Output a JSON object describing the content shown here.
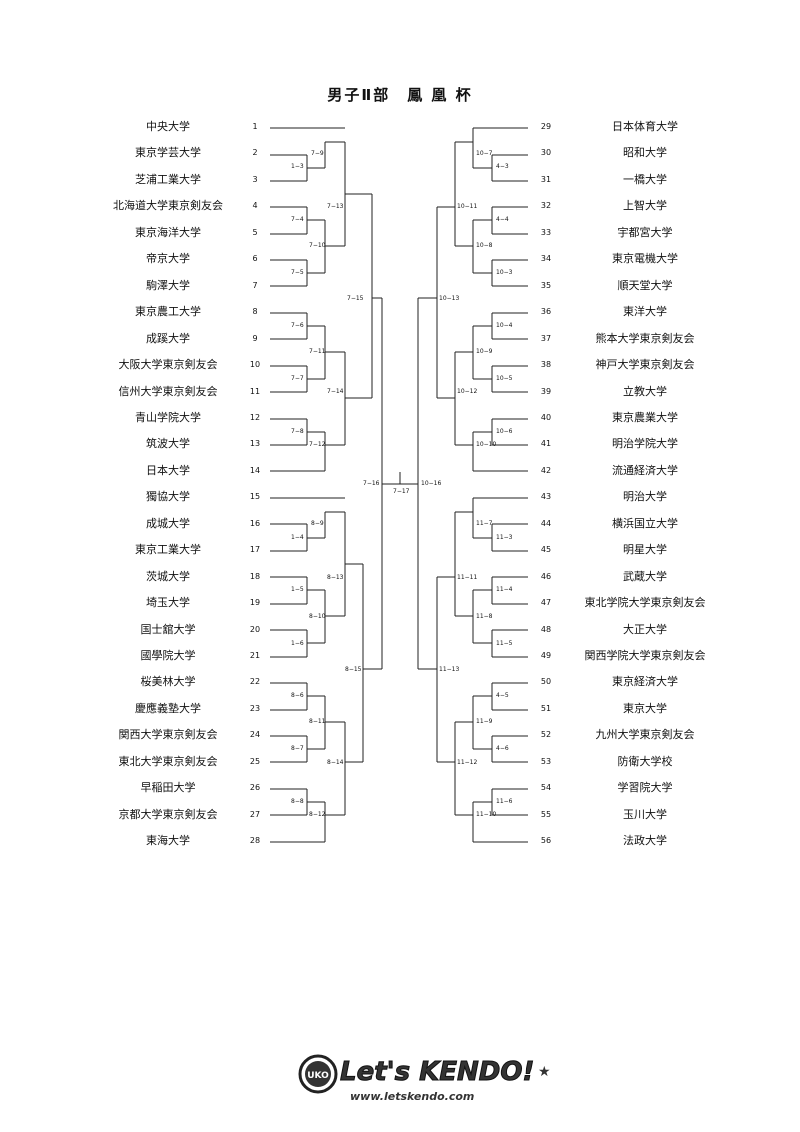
{
  "title": "男子Ⅱ部　鳳 凰 杯",
  "left_teams": [
    {
      "seed": "1",
      "name": "中央大学"
    },
    {
      "seed": "2",
      "name": "東京学芸大学"
    },
    {
      "seed": "3",
      "name": "芝浦工業大学"
    },
    {
      "seed": "4",
      "name": "北海道大学東京剣友会"
    },
    {
      "seed": "5",
      "name": "東京海洋大学"
    },
    {
      "seed": "6",
      "name": "帝京大学"
    },
    {
      "seed": "7",
      "name": "駒澤大学"
    },
    {
      "seed": "8",
      "name": "東京農工大学"
    },
    {
      "seed": "9",
      "name": "成蹊大学"
    },
    {
      "seed": "10",
      "name": "大阪大学東京剣友会"
    },
    {
      "seed": "11",
      "name": "信州大学東京剣友会"
    },
    {
      "seed": "12",
      "name": "青山学院大学"
    },
    {
      "seed": "13",
      "name": "筑波大学"
    },
    {
      "seed": "14",
      "name": "日本大学"
    },
    {
      "seed": "15",
      "name": "獨協大学"
    },
    {
      "seed": "16",
      "name": "成城大学"
    },
    {
      "seed": "17",
      "name": "東京工業大学"
    },
    {
      "seed": "18",
      "name": "茨城大学"
    },
    {
      "seed": "19",
      "name": "埼玉大学"
    },
    {
      "seed": "20",
      "name": "国士舘大学"
    },
    {
      "seed": "21",
      "name": "國學院大学"
    },
    {
      "seed": "22",
      "name": "桜美林大学"
    },
    {
      "seed": "23",
      "name": "慶應義塾大学"
    },
    {
      "seed": "24",
      "name": "関西大学東京剣友会"
    },
    {
      "seed": "25",
      "name": "東北大学東京剣友会"
    },
    {
      "seed": "26",
      "name": "早稲田大学"
    },
    {
      "seed": "27",
      "name": "京都大学東京剣友会"
    },
    {
      "seed": "28",
      "name": "東海大学"
    }
  ],
  "right_teams": [
    {
      "seed": "29",
      "name": "日本体育大学"
    },
    {
      "seed": "30",
      "name": "昭和大学"
    },
    {
      "seed": "31",
      "name": "一橋大学"
    },
    {
      "seed": "32",
      "name": "上智大学"
    },
    {
      "seed": "33",
      "name": "宇都宮大学"
    },
    {
      "seed": "34",
      "name": "東京電機大学"
    },
    {
      "seed": "35",
      "name": "順天堂大学"
    },
    {
      "seed": "36",
      "name": "東洋大学"
    },
    {
      "seed": "37",
      "name": "熊本大学東京剣友会"
    },
    {
      "seed": "38",
      "name": "神戸大学東京剣友会"
    },
    {
      "seed": "39",
      "name": "立教大学"
    },
    {
      "seed": "40",
      "name": "東京農業大学"
    },
    {
      "seed": "41",
      "name": "明治学院大学"
    },
    {
      "seed": "42",
      "name": "流通経済大学"
    },
    {
      "seed": "43",
      "name": "明治大学"
    },
    {
      "seed": "44",
      "name": "横浜国立大学"
    },
    {
      "seed": "45",
      "name": "明星大学"
    },
    {
      "seed": "46",
      "name": "武蔵大学"
    },
    {
      "seed": "47",
      "name": "東北学院大学東京剣友会"
    },
    {
      "seed": "48",
      "name": "大正大学"
    },
    {
      "seed": "49",
      "name": "関西学院大学東京剣友会"
    },
    {
      "seed": "50",
      "name": "東京経済大学"
    },
    {
      "seed": "51",
      "name": "東京大学"
    },
    {
      "seed": "52",
      "name": "九州大学東京剣友会"
    },
    {
      "seed": "53",
      "name": "防衛大学校"
    },
    {
      "seed": "54",
      "name": "学習院大学"
    },
    {
      "seed": "55",
      "name": "玉川大学"
    },
    {
      "seed": "56",
      "name": "法政大学"
    }
  ],
  "match_labels": {
    "m7_9": "7−9",
    "m1_3": "1−3",
    "m7_13": "7−13",
    "m7_4": "7−4",
    "m7_10": "7−10",
    "m7_5": "7−5",
    "m7_15": "7−15",
    "m7_6": "7−6",
    "m7_11": "7−11",
    "m7_7": "7−7",
    "m7_14": "7−14",
    "m7_8": "7−8",
    "m7_12": "7−12",
    "m8_9": "8−9",
    "m1_4": "1−4",
    "m8_13": "8−13",
    "m1_5": "1−5",
    "m8_10": "8−10",
    "m1_6": "1−6",
    "m8_15": "8−15",
    "m8_6": "8−6",
    "m8_11": "8−11",
    "m8_7": "8−7",
    "m8_14": "8−14",
    "m8_8": "8−8",
    "m8_12": "8−12",
    "m7_16": "7−16",
    "m7_17": "7−17",
    "m10_16": "10−16",
    "m10_7": "10−7",
    "m4_3": "4−3",
    "m10_11": "10−11",
    "m4_4": "4−4",
    "m10_8": "10−8",
    "m10_3": "10−3",
    "m10_13": "10−13",
    "m10_4": "10−4",
    "m10_9": "10−9",
    "m10_5": "10−5",
    "m10_12": "10−12",
    "m10_6": "10−6",
    "m10_10": "10−10",
    "m11_7": "11−7",
    "m11_3": "11−3",
    "m11_11": "11−11",
    "m11_4": "11−4",
    "m11_8": "11−8",
    "m11_5": "11−5",
    "m11_13": "11−13",
    "m4_5": "4−5",
    "m11_9": "11−9",
    "m4_6": "4−6",
    "m11_12": "11−12",
    "m11_6": "11−6",
    "m11_10": "11−10"
  },
  "logo": {
    "main": "Let's KENDO!",
    "url": "www.letskendo.com",
    "badge": "UKO"
  }
}
